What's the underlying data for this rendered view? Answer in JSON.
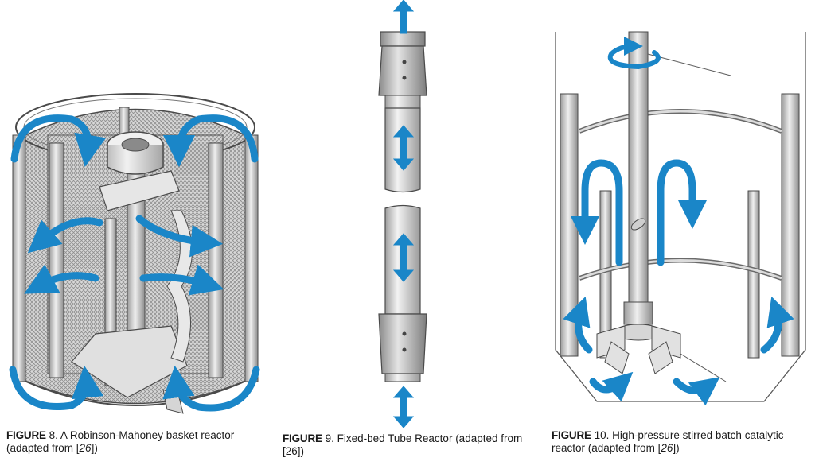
{
  "figures": [
    {
      "id": "figure-8",
      "label": "FIGURE",
      "number": "8.",
      "caption_text": "A Robinson-Mahoney basket reactor (adapted from [",
      "ref": "26",
      "caption_end": "])"
    },
    {
      "id": "figure-9",
      "label": "FIGURE",
      "number": "9.",
      "caption_text": "Fixed-bed Tube Reactor (adapted from [26])",
      "ref": "",
      "caption_end": ""
    },
    {
      "id": "figure-10",
      "label": "FIGURE",
      "number": "10.",
      "caption_text": "High-pressure stirred batch catalytic reactor (adapted from [",
      "ref": "26",
      "caption_end": "])"
    }
  ],
  "colors": {
    "arrow_blue": "#1a86c8",
    "metal_light": "#e2e2e2",
    "metal_mid": "#b9b9b9",
    "metal_dark": "#8a8a8a",
    "outline": "#4a4a4a",
    "mesh": "#9c9c9c"
  }
}
